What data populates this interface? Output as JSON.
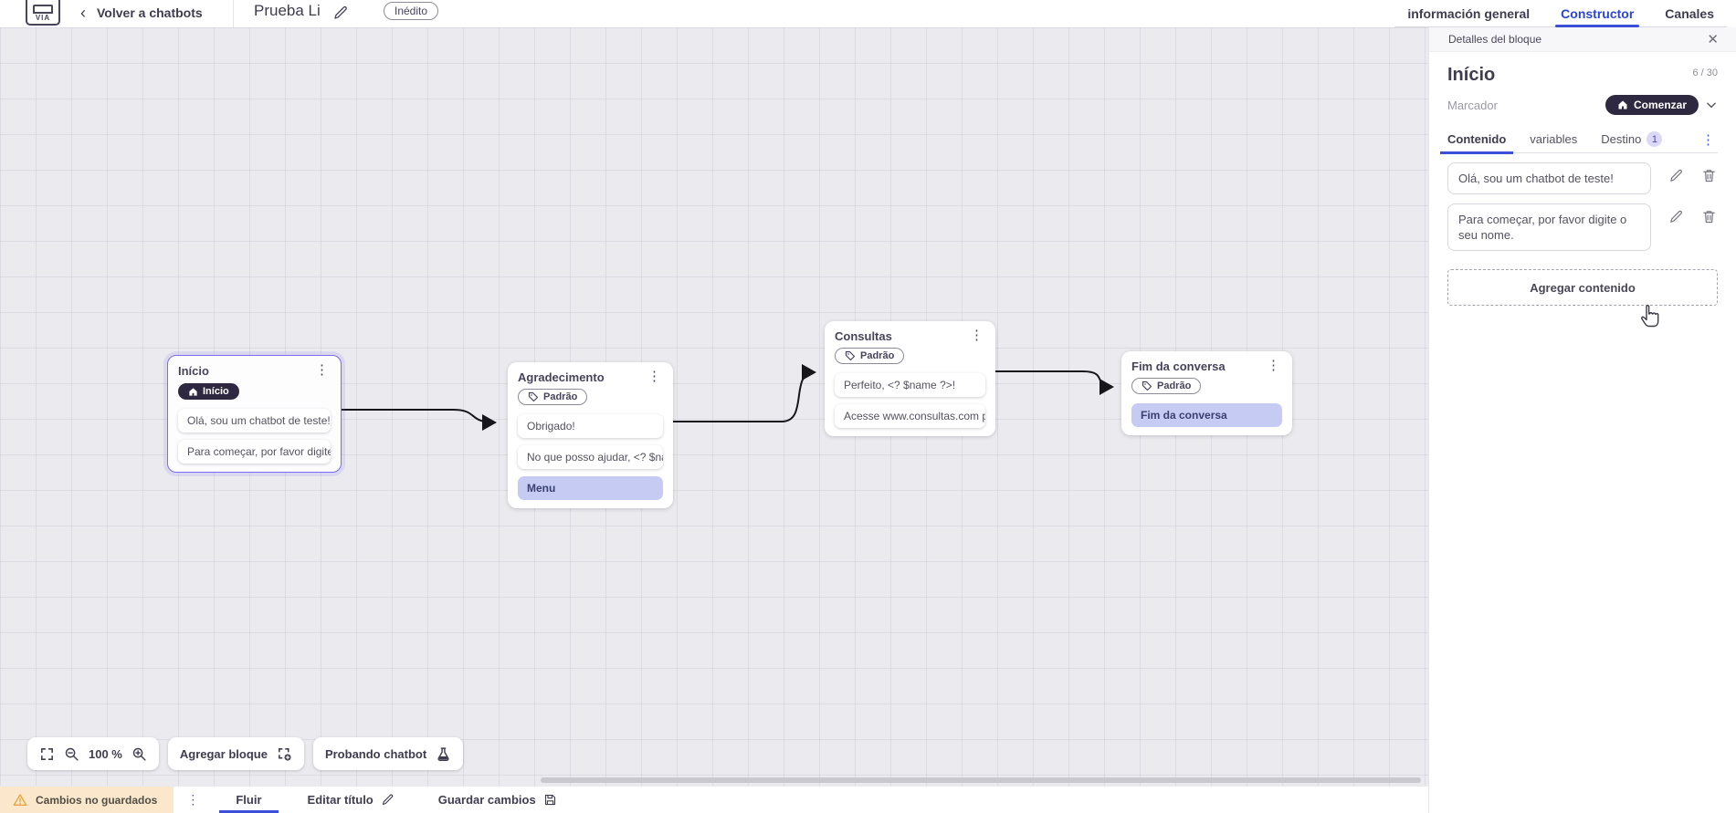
{
  "topbar": {
    "back_label": "Volver a chatbots",
    "title": "Prueba Li",
    "status_badge": "Inédito",
    "tabs": [
      {
        "label": "información general",
        "active": false
      },
      {
        "label": "Constructor",
        "active": true
      },
      {
        "label": "Canales",
        "active": false
      }
    ]
  },
  "panel": {
    "header": "Detalles del bloque",
    "block_title": "Início",
    "counter": "6 / 30",
    "marker_label": "Marcador",
    "marker_value": "Comenzar",
    "tabs": [
      {
        "label": "Contenido",
        "active": true
      },
      {
        "label": "variables",
        "active": false
      },
      {
        "label": "Destino",
        "active": false,
        "badge": "1"
      }
    ],
    "contents": [
      "Olá, sou um chatbot de teste!",
      "Para começar, por favor digite o seu nome."
    ],
    "add_content_label": "Agregar contenido"
  },
  "canvas": {
    "zoom_level": "100 %",
    "add_block_label": "Agregar bloque",
    "test_chatbot_label": "Probando chatbot",
    "nodes": [
      {
        "title": "Início",
        "badge": "Início",
        "badge_style": "dark",
        "selected": true,
        "items": [
          {
            "text": "Olá, sou um chatbot de teste!",
            "variant": "plain"
          },
          {
            "text": "Para começar, por favor digite o ...",
            "variant": "plain"
          }
        ]
      },
      {
        "title": "Agradecimento",
        "badge": "Padrão",
        "badge_style": "outline",
        "selected": false,
        "items": [
          {
            "text": "Obrigado!",
            "variant": "plain"
          },
          {
            "text": "No que posso ajudar, <? $name ...",
            "variant": "plain"
          },
          {
            "text": "Menu",
            "variant": "highlight"
          }
        ]
      },
      {
        "title": "Consultas",
        "badge": "Padrão",
        "badge_style": "outline",
        "selected": false,
        "items": [
          {
            "text": "Perfeito, <? $name ?>!",
            "variant": "plain"
          },
          {
            "text": "Acesse www.consultas.com par...",
            "variant": "plain"
          }
        ]
      },
      {
        "title": "Fim da conversa",
        "badge": "Padrão",
        "badge_style": "outline",
        "selected": false,
        "items": [
          {
            "text": "Fim da conversa",
            "variant": "highlight"
          }
        ]
      }
    ]
  },
  "bottombar": {
    "warning": "Cambios no guardados",
    "flow_tab": "Fluir",
    "edit_title_label": "Editar título",
    "save_label": "Guardar cambios"
  },
  "icons": {
    "kebab": "⋮",
    "close": "✕",
    "back_chevron": "‹",
    "chevron_down": "⌄"
  },
  "colors": {
    "accent_blue": "#2a46d4",
    "tab_underline": "#3b4fd8",
    "dark_pill": "#2e2940",
    "selected_node_border": "#7b6cf0",
    "highlight_item_bg": "#c5cbf3",
    "highlight_item_text": "#3a4170",
    "warning_bg": "#fbe8cc",
    "warning_icon": "#e7a53c",
    "canvas_bg": "#ebeaee",
    "destino_badge_bg": "#dcd8f7",
    "destino_badge_text": "#4f46b8"
  }
}
